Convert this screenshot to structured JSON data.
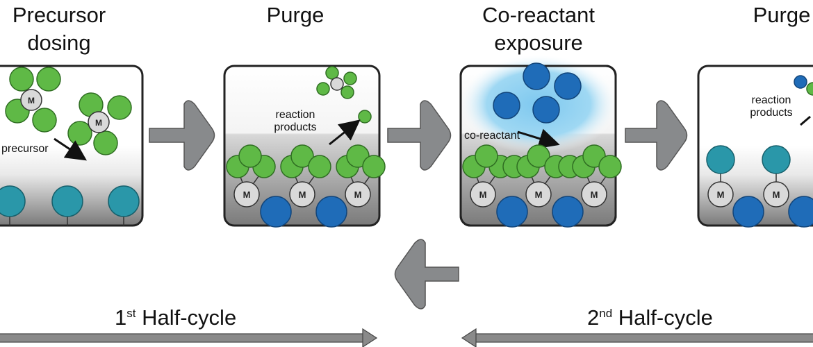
{
  "steps": [
    {
      "title": "Precursor dosing"
    },
    {
      "title": "Purge"
    },
    {
      "title": "Co-reactant exposure"
    },
    {
      "title": "Purge"
    }
  ],
  "labels": {
    "precursor": "precursor",
    "reaction_products": "reaction products",
    "co_reactant": "co-reactant",
    "metal": "M"
  },
  "half_cycles": {
    "first": {
      "num": "1",
      "sup": "st",
      "text": "Half-cycle"
    },
    "second": {
      "num": "2",
      "sup": "nd",
      "text": "Half-cycle"
    }
  },
  "colors": {
    "green": "#5fb946",
    "teal": "#2a97a9",
    "blue": "#1f6cb8",
    "metal": "#d9d9d9",
    "arrow": "#888a8c",
    "halo": "#9fd8f3"
  }
}
